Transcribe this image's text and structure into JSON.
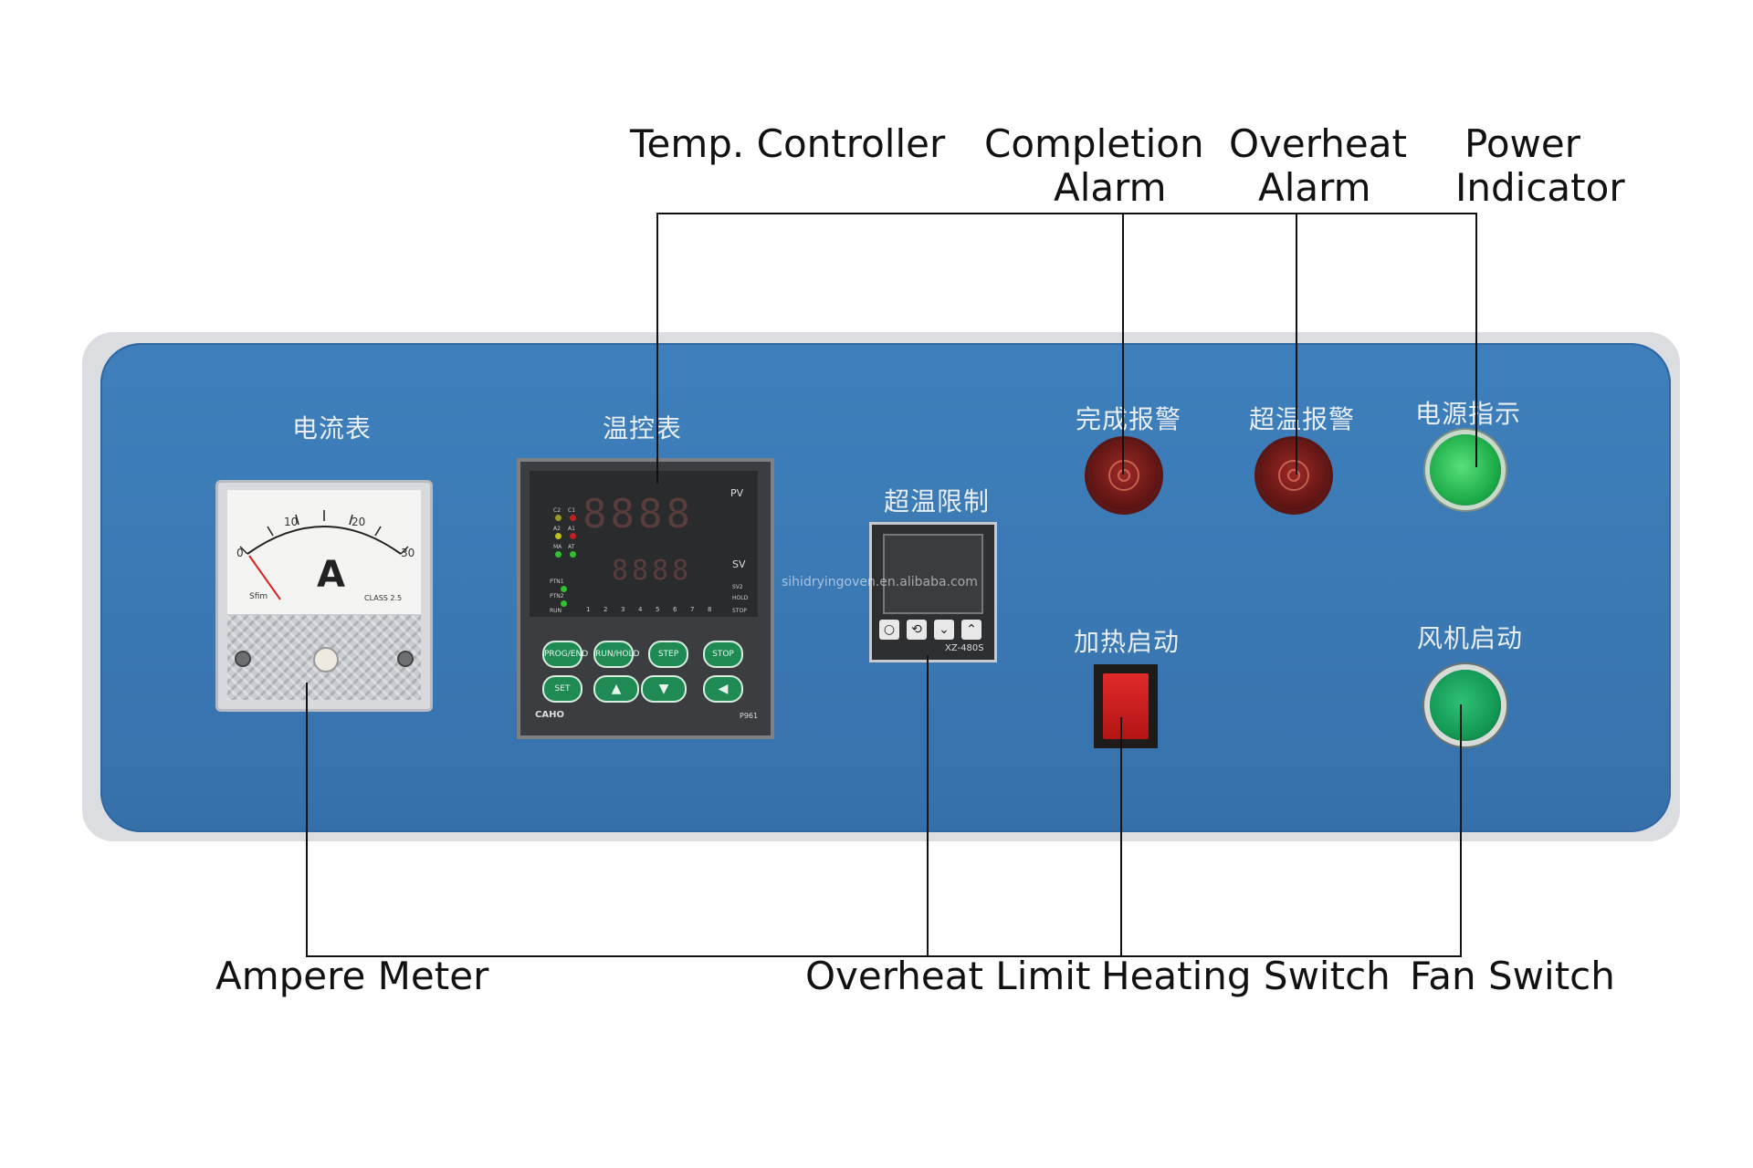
{
  "callouts": {
    "temp_controller": "Temp. Controller",
    "completion_alarm_1": "Completion",
    "completion_alarm_2": "Alarm",
    "overheat_alarm_1": "Overheat",
    "overheat_alarm_2": "Alarm",
    "power_indicator_1": "Power",
    "power_indicator_2": "Indicator",
    "ampere_meter": "Ampere Meter",
    "overheat_limit": "Overheat Limit",
    "heating_switch": "Heating Switch",
    "fan_switch": "Fan Switch"
  },
  "panel_labels": {
    "ammeter": "电流表",
    "controller": "温控表",
    "limit": "超温限制",
    "completion_alarm": "完成报警",
    "overheat_alarm": "超温报警",
    "power": "电源指示",
    "heating": "加热启动",
    "fan": "风机启动"
  },
  "ammeter": {
    "unit": "A",
    "scale": [
      "0",
      "10",
      "20",
      "30"
    ],
    "brand": "Sfim",
    "class": "CLASS 2.5"
  },
  "controller": {
    "pv_label": "PV",
    "sv_label": "SV",
    "pv_digits": "8888",
    "sv_digits": "8888",
    "led_labels": [
      "C2",
      "C1",
      "A2",
      "A1",
      "MA",
      "AT",
      "PTN1",
      "PTN2",
      "RUN"
    ],
    "right_labels": [
      "SV2",
      "HOLD",
      "STOP"
    ],
    "step_numbers": [
      "1",
      "2",
      "3",
      "4",
      "5",
      "6",
      "7",
      "8"
    ],
    "buttons": [
      "PROG/END",
      "RUN/HOLD",
      "STEP",
      "STOP",
      "SET",
      "▲",
      "▼",
      "◀"
    ],
    "brand": "CAHO",
    "model": "P961"
  },
  "limit": {
    "model": "XZ-480S",
    "keys": [
      "○",
      "⟲",
      "⌄",
      "⌃"
    ]
  },
  "watermark": "sihidryingoven.en.alibaba.com",
  "colors": {
    "panel": "#3a78b3",
    "alarm_red": "#7a1c1a",
    "lamp_green": "#1fae4a",
    "switch_red": "#d01c1c",
    "leader_line": "#111111"
  }
}
